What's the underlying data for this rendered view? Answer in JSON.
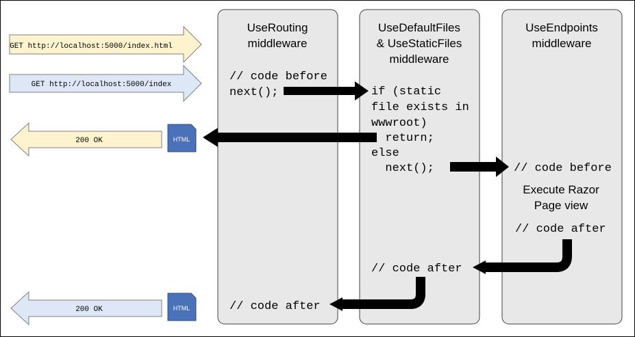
{
  "requests": {
    "req1": "GET http://localhost:5000/index.html",
    "req2": "GET http://localhost:5000/index"
  },
  "responses": {
    "resp1": "200 OK",
    "resp2": "200 OK",
    "doc_label": "HTML"
  },
  "columns": {
    "routing": {
      "title_1": "UseRouting",
      "title_2": "middleware",
      "code_before": "// code before",
      "next": "next();",
      "code_after": "// code after"
    },
    "static": {
      "title_1": "UseDefaultFiles",
      "title_2": "& UseStaticFiles",
      "title_3": "middleware",
      "code": [
        "if (static",
        "file exists in",
        "wwwroot)",
        "  return;",
        "else",
        "  next();"
      ],
      "code_after": "// code after"
    },
    "endpoints": {
      "title_1": "UseEndpoints",
      "title_2": "middleware",
      "code_before": "// code before",
      "exec_1": "Execute Razor",
      "exec_2": "Page view",
      "code_after": "// code after"
    }
  },
  "colors": {
    "request_html_fill": "#fdf3cf",
    "request_plain_fill": "#dde7f5",
    "panel_fill": "#e8e8e8",
    "doc_fill": "#4a72b8"
  }
}
